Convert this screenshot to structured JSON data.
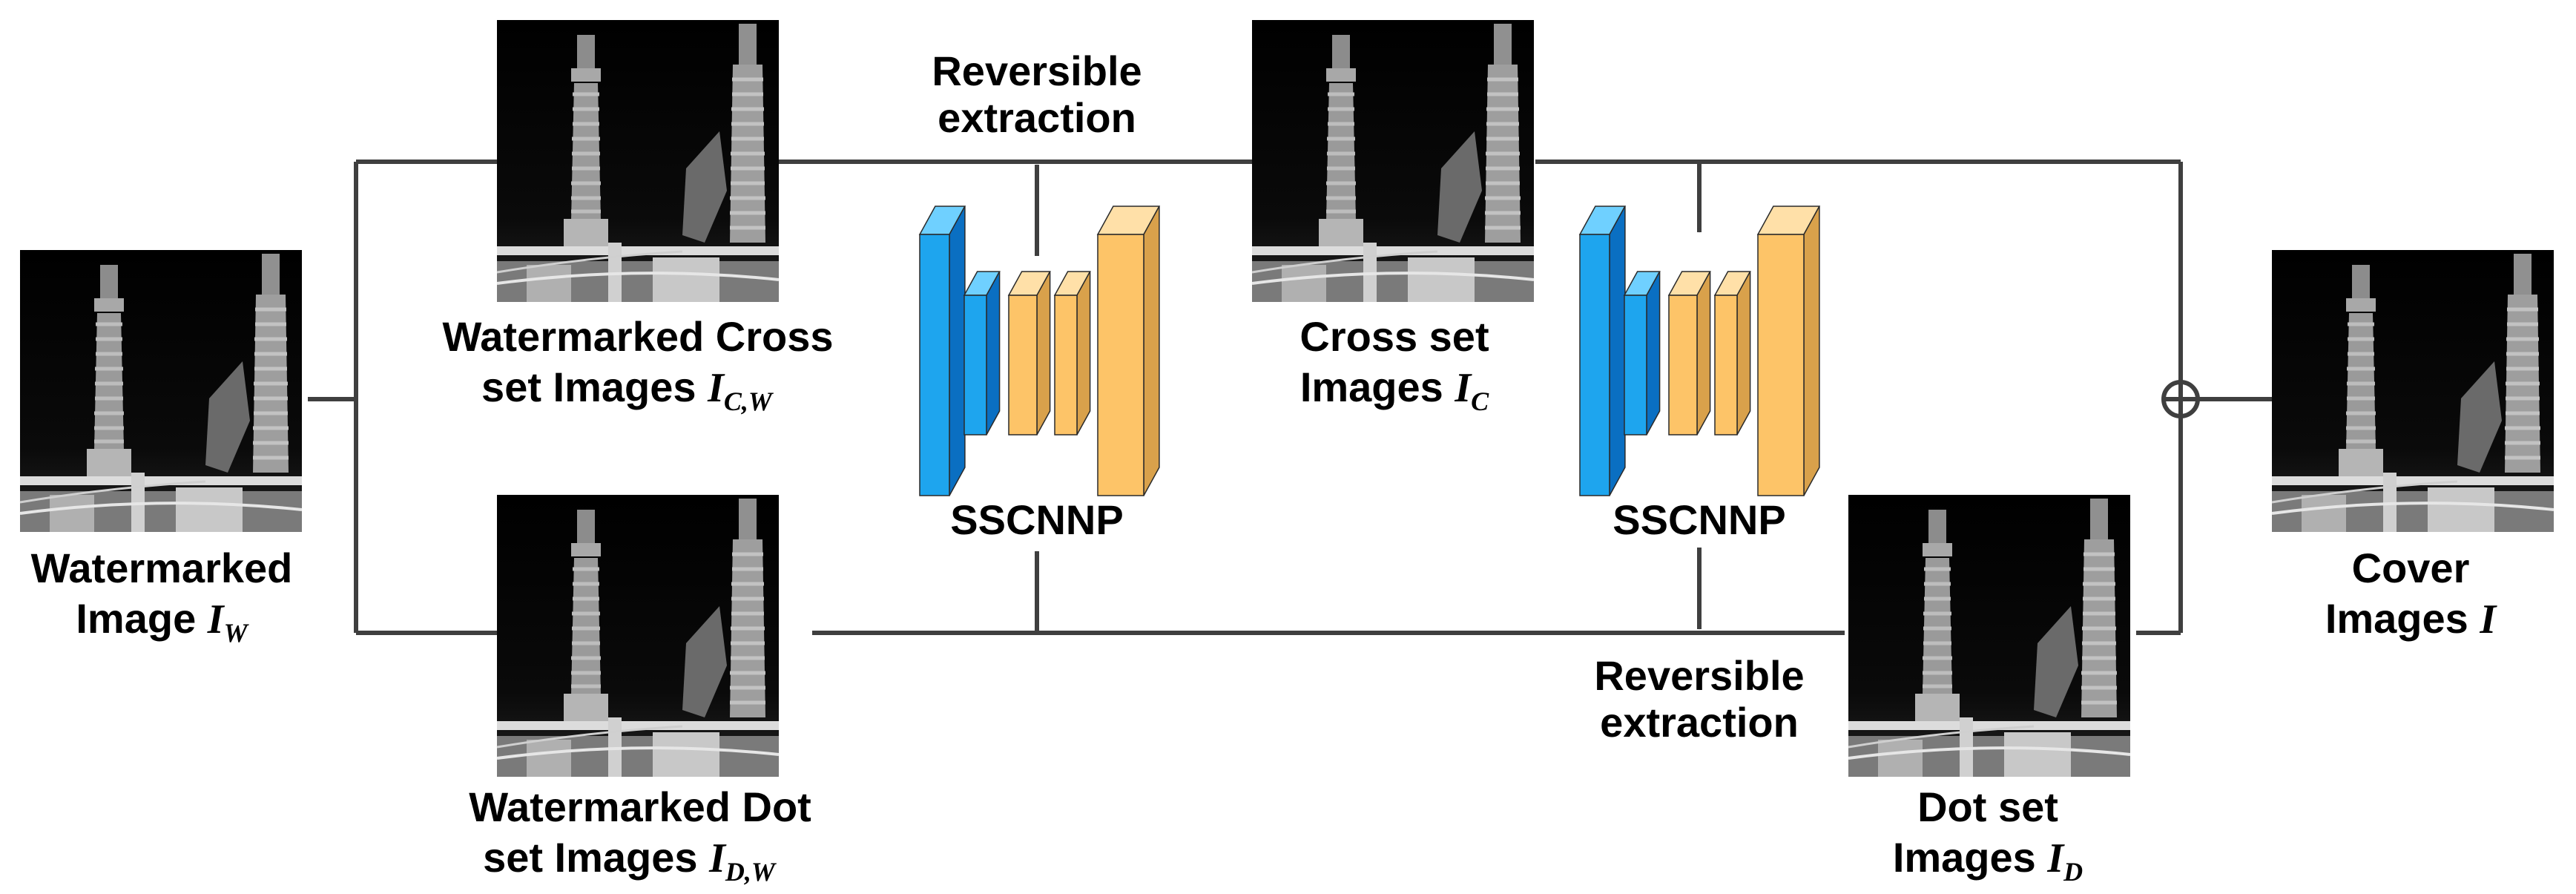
{
  "colors": {
    "line": "#3f3f3f",
    "blue_front": "#1ea5ee",
    "blue_side": "#0a6fc2",
    "blue_top": "#6fd0ff",
    "orange_front": "#fdc468",
    "orange_side": "#d9a14b",
    "orange_top": "#ffe0a8"
  },
  "images": {
    "watermarked_image": {
      "label_line1": "Watermarked",
      "label_line2": "Image",
      "symbol": "I",
      "sub": "W"
    },
    "cross_w": {
      "label_line1": "Watermarked Cross",
      "label_line2": "set Images",
      "symbol": "I",
      "sub": "C,W"
    },
    "dot_w": {
      "label_line1": "Watermarked Dot",
      "label_line2": "set Images",
      "symbol": "I",
      "sub": "D,W"
    },
    "cross": {
      "label_line1": "Cross set",
      "label_line2": "Images",
      "symbol": "I",
      "sub": "C"
    },
    "dot": {
      "label_line1": "Dot set",
      "label_line2": "Images",
      "symbol": "I",
      "sub": "D"
    },
    "cover": {
      "label_line1": "Cover",
      "label_line2": "Images",
      "symbol": "I",
      "sub": ""
    }
  },
  "networks": {
    "net1": {
      "label": "SSCNNP"
    },
    "net2": {
      "label": "SSCNNP"
    }
  },
  "operations": {
    "top": {
      "line1": "Reversible",
      "line2": "extraction"
    },
    "bottom": {
      "line1": "Reversible",
      "line2": "extraction"
    }
  },
  "combine_icon": "circle-plus-icon",
  "thumbnail_icon": "infrared-insulator-photo"
}
